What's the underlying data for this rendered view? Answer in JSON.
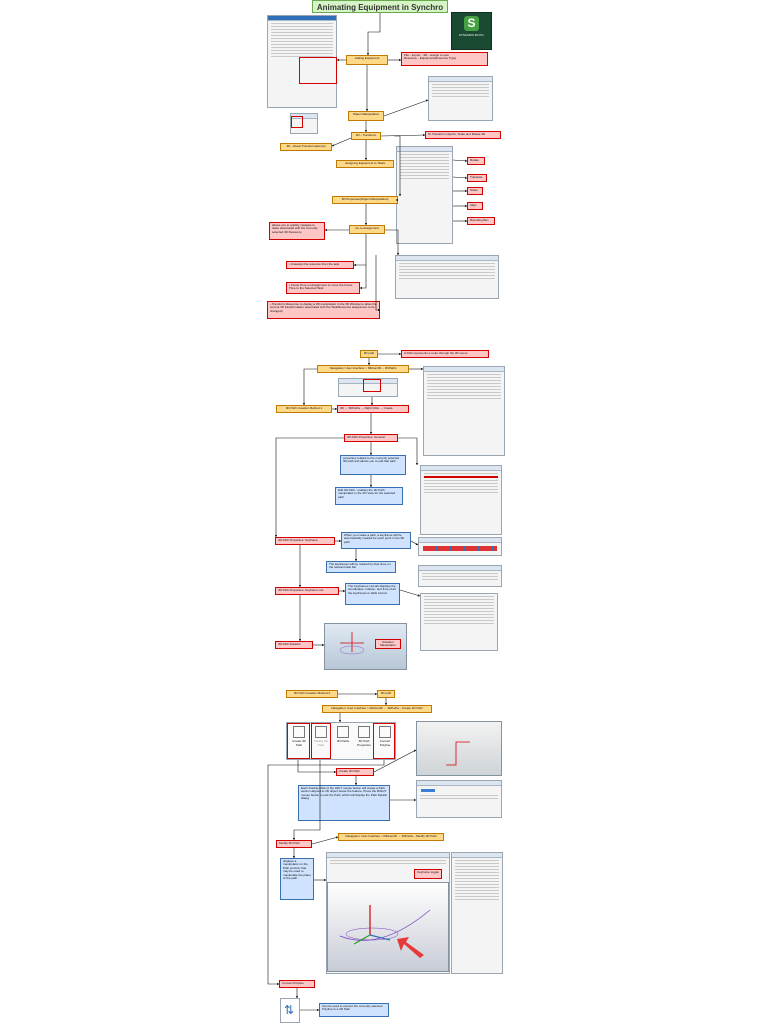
{
  "title": "Animating Equipment in Synchro 4D Pro",
  "logo": {
    "caption": "SYNCHRO 4D Pro",
    "mark": "S"
  },
  "section1": {
    "adding_equipment": "Adding Equipment",
    "file_menu_note": "File→Import→3D→Assign to new Resource→Equipment(Resource Type)",
    "object_manipulation": "Object Manipulation",
    "reset_transformation": "3D→Reset Transformation(s)",
    "three_d_transform": "3D→Transform",
    "transform_note": "To Transform objects, Scale and Rotate 3D",
    "assigning": "Assigning Equipment to Tasks",
    "properties": "3D Properties(Object Manipulation)",
    "rotate": "Rotate",
    "translate": "Translate",
    "scale": "Scale",
    "align": "Align",
    "bounding_box": "Bounding Box",
    "navigate_note": "allows you to quickly navigate to tasks associated with the currently selected 3D Resource",
    "go_to_assignment": "Go to assignment",
    "unassign": "• Unassign the resource from the task",
    "focus_time": "• Focus Time on Assignment to move the Focus Time to the Selected Task",
    "transform_resource": "• Transform Resource to display a 3D manipulator in the 3D Window to allow the current 3D transformation associated with the Task/Resource assignment to be changed)"
  },
  "section2": {
    "three_d_path": "3D path",
    "path_note": "A Path represents a route through the 3D scene",
    "navigation": "Navigation: User Interface > Ribbon3D→ 3DPaths",
    "creation_method_1": "3D Path Creation Method 1",
    "right_click": "3D → 3DPaths → Right Click → Create",
    "properties_general": "3D Path Properties: General",
    "general_note": "properties related to the currently selected 3D path and allows you to edit that path",
    "edit_note": "Edit 3D Path : enables the 3D Path manipulator in the 3D View for the selected path",
    "properties_keyframe": "3D Path Properties: Keyframe",
    "keyframe_note": "When you create a path, a keyframe will be automatically created for each point in the 3D path",
    "keyframes_marked": "The keyframes will be marked by blue lines on the relevant task bar",
    "properties_keyframe_list": "3D Path Properties: Keyframe List",
    "keyframe_list_note": "The Keyframes List tab displays the coordinates, rotation, and time of all the keyframes in table format",
    "path_rotation": "3D Path Rotation",
    "rotation_label": "Rotation Manipulator"
  },
  "section3": {
    "creation_method_2": "3D Path Creation Method 2",
    "three_d_path": "3D path",
    "navigation_create": "Navigation: User Interface > Ribbon3D → 3DPaths→Create 3D Path",
    "create_3d_path": "Create 3D Path",
    "click_note": "Each Double-Click of the LEFT mouse button will create a Path section aligned to 3D object below the feature. Press the RIGHT mouse button to end the Path, which will display the Path Details dialog",
    "modify_3d_path": "Modify 3D Path",
    "navigation_modify": "Navigation: User Interface > Ribbon3D → 3DPaths→Modify 3D Path",
    "manipulator_note": "displays a manipulator on the Path junction that may be used to manipulate the plane of the path",
    "convert_polyline": "Convert Polyline",
    "convert_note": "Can be used to convert the currently selected Polyline to a 3D Path",
    "keyframe_toggle": "Keyframe toggle",
    "tools": [
      "Create 3D Path",
      "Modify 3D Path",
      "3D Paths",
      "3D Path Properties",
      "Convert Polyline"
    ]
  },
  "colors": {
    "orange_fill": "#ffd98a",
    "red_fill": "#ffc6c6",
    "blue_fill": "#cfe3ff",
    "title_fill": "#d6f5c6",
    "arrow": "#111111",
    "highlight": "#d40000"
  }
}
